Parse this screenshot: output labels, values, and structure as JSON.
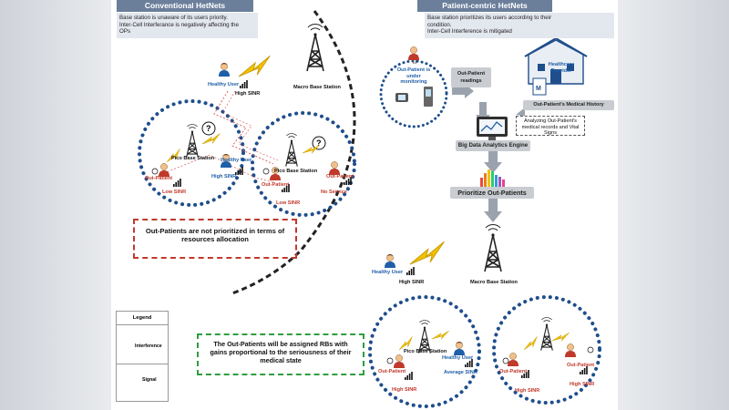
{
  "left": {
    "header": "Conventional HetNets",
    "desc_line1": "Base station is unaware of its users priority.",
    "desc_line2": "Inter-Cell Interferance is negatively affecting the",
    "desc_line3": "OPs",
    "healthy_user_top": "Healthy User",
    "high_sinr_top": "High SINR",
    "macro_bs": "Macro Base Station",
    "pico_bs_1": "Pico Base Station",
    "healthy_user_cell1": "Healthy User",
    "high_sinr_cell1": "High SINR",
    "out_patient_cell1": "Out-Patient",
    "low_sinr_cell1": "Low SINR",
    "pico_bs_2": "Pico Base Station",
    "out_patient_cell2a": "Out-Patient",
    "low_sinr_cell2": "Low SINR",
    "out_patient_cell2b": "Out-Patient",
    "no_service": "No Service",
    "callout": "Out-Patients are not prioritized in terms of resources allocation"
  },
  "right": {
    "header": "Patient-centric HetNets",
    "desc_line1": "Base station prioritizes its users according to their",
    "desc_line2": "condition.",
    "desc_line3": "Inter-Cell Interference is mitigated",
    "monitoring": "Out-Patient is under monitoring",
    "readings": "Out-Patient readings",
    "provider": "Healthcare Provider",
    "history": "Out-Patient's Medical History",
    "analyzing": "Analyzing Out-Patient's medical records and Vital Signs",
    "engine": "Big Data Analytics Engine",
    "prioritize": "Prioritize Out-Patients",
    "healthy_user_mid": "Healthy User",
    "high_sinr_mid": "High SINR",
    "macro_bs": "Macro Base Station",
    "pico_bs": "Pico Base Station",
    "healthy_user_cell": "Healthy User",
    "avg_sinr": "Average SINR",
    "out_patient_cell1": "Out-Patient",
    "high_sinr_cell1": "High SINR",
    "out_patient_cell2a": "Out-Patient",
    "high_sinr_cell2a": "High SINR",
    "out_patient_cell2b": "Out-Patient",
    "high_sinr_cell2b": "High SINR",
    "callout": "The Out-Patients will be assigned RBs with gains proportional to the seriousness of their medical state"
  },
  "legend": {
    "title": "Legend",
    "interference": "Interference",
    "signal": "Signal"
  },
  "colors": {
    "header_bg": "#6b7f9b",
    "dots": "#1f4e8c",
    "callout_red": "#c0392b",
    "callout_green": "#2e9e3e",
    "signal": "#f2c200",
    "interference": "#d9534f"
  }
}
